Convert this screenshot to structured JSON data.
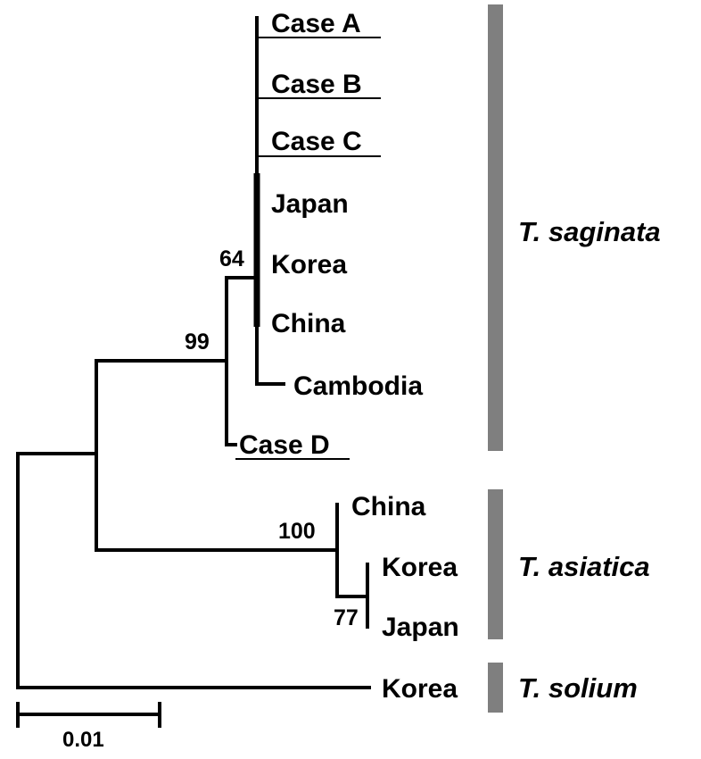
{
  "tree": {
    "leaves": {
      "case_a": "Case A",
      "case_b": "Case B",
      "case_c": "Case C",
      "japan_sag": "Japan",
      "korea_sag": "Korea",
      "china_sag": "China",
      "cambodia": "Cambodia",
      "case_d": "Case D",
      "china_asi": "China",
      "korea_asi": "Korea",
      "japan_asi": "Japan",
      "korea_sol": "Korea"
    },
    "bootstrap": {
      "node_64": "64",
      "node_99": "99",
      "node_100": "100",
      "node_77": "77"
    },
    "clades": {
      "saginata": "T. saginata",
      "asiatica": "T. asiatica",
      "solium": "T. solium"
    },
    "scale_bar": "0.01"
  },
  "colors": {
    "branch": "#000000",
    "clade_bar": "#7f7f7f",
    "background": "#ffffff"
  }
}
